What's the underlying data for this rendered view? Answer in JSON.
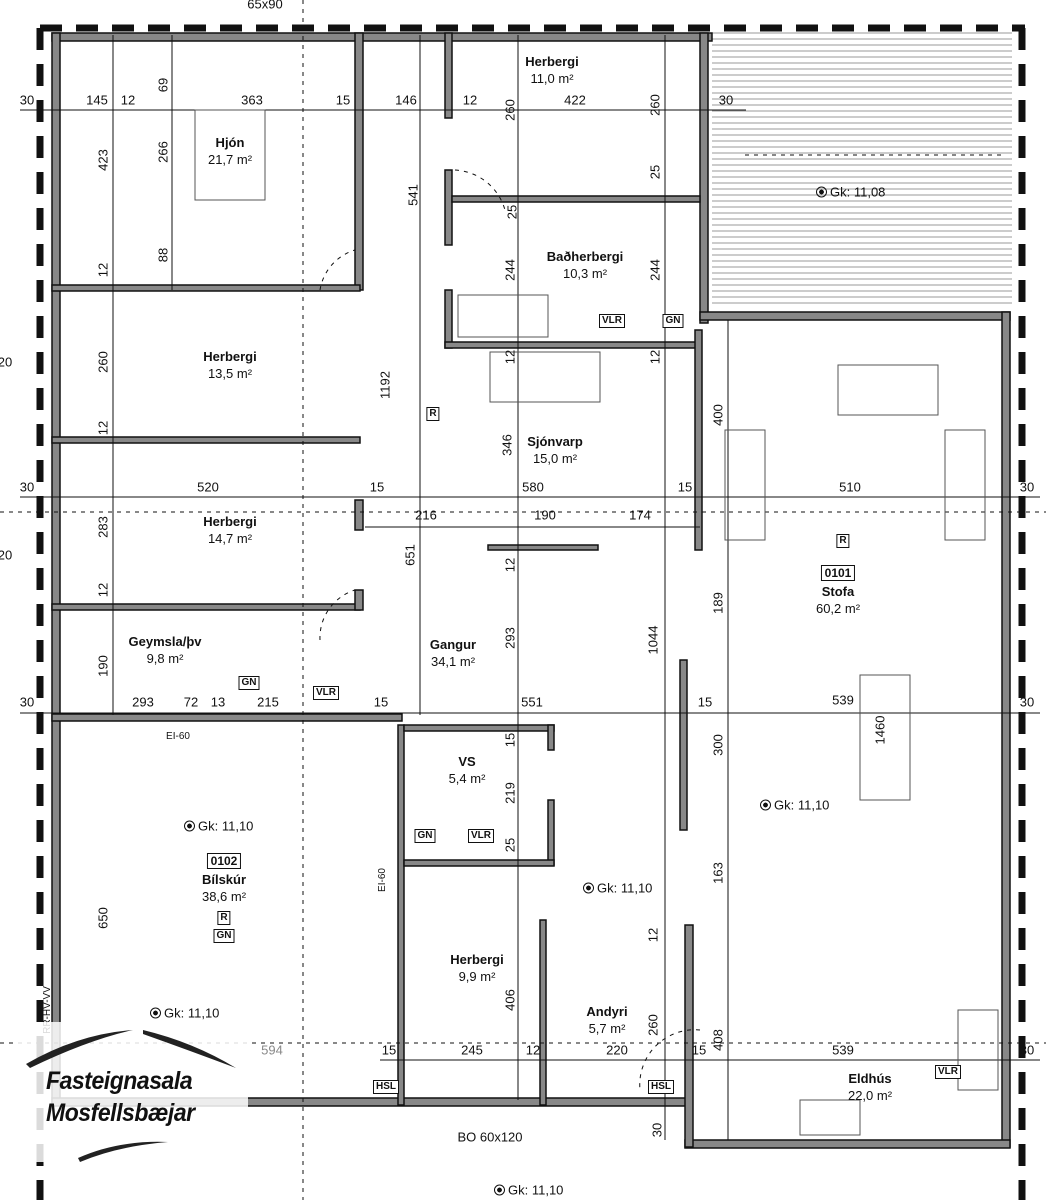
{
  "top_labels": {
    "window": "65x90",
    "bottom_window": "BO 60x120",
    "ei60_h": "EI-60",
    "ei60_v": "EI-60",
    "rr": "RR-HV-VV"
  },
  "rooms": [
    {
      "name": "Hjón",
      "area": "21,7 m²"
    },
    {
      "name": "Herbergi",
      "area": "11,0 m²"
    },
    {
      "name": "Baðherbergi",
      "area": "10,3 m²"
    },
    {
      "name": "Herbergi",
      "area": "13,5 m²"
    },
    {
      "name": "Sjónvarp",
      "area": "15,0 m²"
    },
    {
      "name": "Herbergi",
      "area": "14,7 m²"
    },
    {
      "name": "Geymsla/þv",
      "area": "9,8 m²"
    },
    {
      "name": "Gangur",
      "area": "34,1 m²"
    },
    {
      "id": "0101",
      "name": "Stofa",
      "area": "60,2 m²"
    },
    {
      "name": "VS",
      "area": "5,4 m²"
    },
    {
      "id": "0102",
      "name": "Bílskúr",
      "area": "38,6 m²"
    },
    {
      "name": "Herbergi",
      "area": "9,9 m²"
    },
    {
      "name": "Andyri",
      "area": "5,7 m²"
    },
    {
      "name": "Eldhús",
      "area": "22,0 m²"
    }
  ],
  "levels": [
    "Gk: 11,08",
    "Gk: 11,10",
    "Gk: 11,10",
    "Gk: 11,10",
    "Gk: 11,10",
    "Gk: 11,10"
  ],
  "tags": [
    "R",
    "R",
    "R",
    "GN",
    "VLR",
    "GN",
    "GN",
    "VLR",
    "GN",
    "VLR",
    "VLR",
    "HSL",
    "HSL"
  ],
  "dims": [
    "30",
    "145",
    "12",
    "363",
    "15",
    "146",
    "12",
    "422",
    "30",
    "69",
    "266",
    "423",
    "88",
    "541",
    "260",
    "25",
    "244",
    "260",
    "25",
    "244",
    "12",
    "260",
    "1192",
    "12",
    "12",
    "346",
    "400",
    "12",
    "283",
    "12",
    "190",
    "651",
    "12",
    "293",
    "189",
    "1044",
    "300",
    "1460",
    "163",
    "15",
    "219",
    "25",
    "650",
    "406",
    "260",
    "12",
    "408",
    "30",
    "30",
    "520",
    "15",
    "580",
    "15",
    "510",
    "30",
    "216",
    "190",
    "174",
    "30",
    "293",
    "72",
    "13",
    "215",
    "15",
    "551",
    "15",
    "539",
    "30",
    "15",
    "245",
    "12",
    "220",
    "15",
    "539",
    "30",
    "594",
    "20",
    "20"
  ],
  "logo": {
    "line1": "Fasteignasala",
    "line2": "Mosfellsbæjar"
  }
}
